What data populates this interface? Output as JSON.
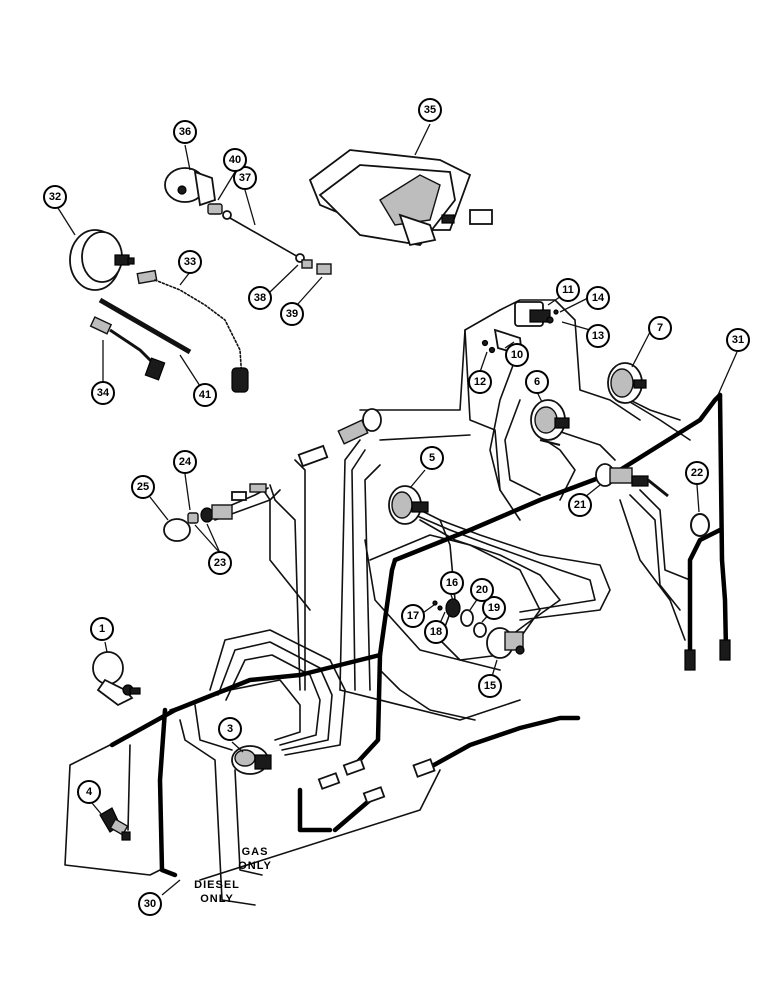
{
  "callouts": [
    "1",
    "3",
    "4",
    "5",
    "6",
    "7",
    "10",
    "11",
    "12",
    "13",
    "14",
    "15",
    "16",
    "17",
    "18",
    "19",
    "20",
    "21",
    "22",
    "23",
    "24",
    "25",
    "30",
    "31",
    "32",
    "33",
    "34",
    "35",
    "36",
    "37",
    "38",
    "39",
    "40",
    "41"
  ],
  "notes": {
    "gas_line1": "GAS",
    "gas_line2": "ONLY",
    "diesel_line1": "DIESEL",
    "diesel_line2": "ONLY"
  }
}
